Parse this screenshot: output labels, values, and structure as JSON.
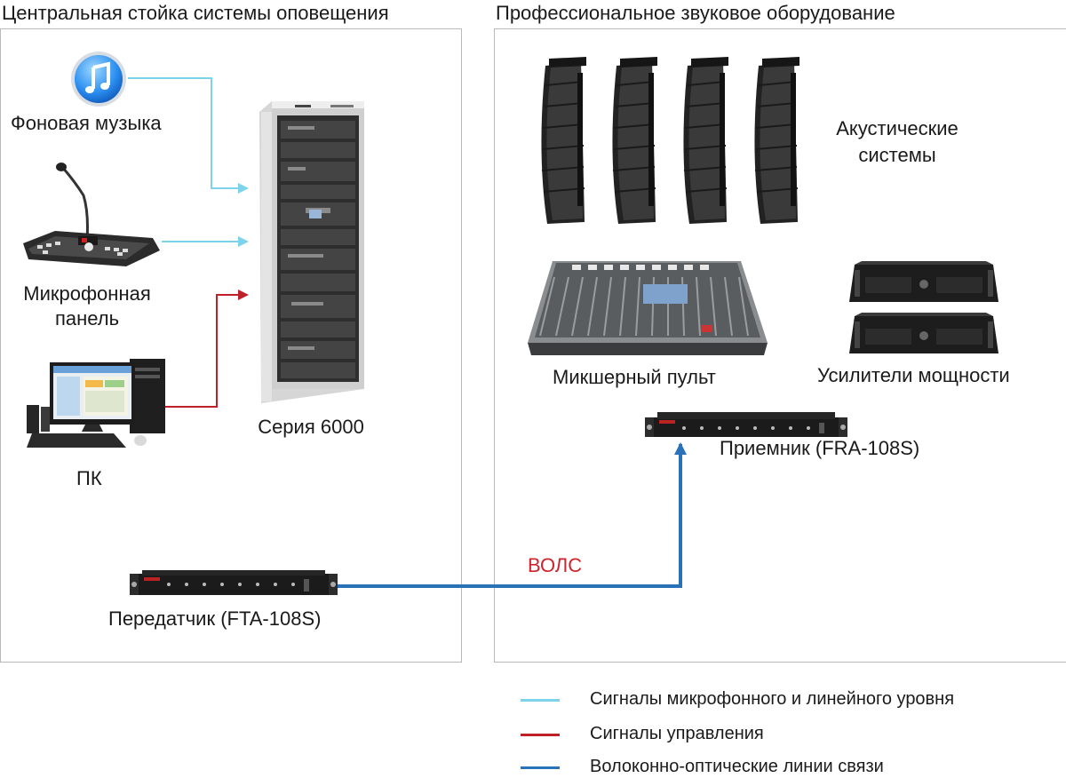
{
  "colors": {
    "audio": "#7dd3ea",
    "control": "#c0202a",
    "fiber": "#2a72b8",
    "wols_text": "#d0242c",
    "panel_border": "#b9b9b9"
  },
  "left_panel": {
    "title": "Центральная стойка системы оповещения",
    "devices": {
      "music": {
        "label": "Фоновая музыка",
        "icon": "itunes-icon"
      },
      "mic": {
        "label_line1": "Микрофонная",
        "label_line2": "панель",
        "icon": "microphone-panel-icon"
      },
      "pc": {
        "label": "ПК",
        "icon": "desktop-pc-icon"
      },
      "rack": {
        "label": "Серия 6000",
        "icon": "equipment-rack-icon"
      },
      "transmitter": {
        "label": "Передатчик (FTA-108S)",
        "icon": "rack-transmitter-icon"
      }
    }
  },
  "right_panel": {
    "title": "Профессиональное звуковое оборудование",
    "devices": {
      "speakers": {
        "label_line1": "Акустические",
        "label_line2": "системы",
        "icon": "line-array-speaker-icon"
      },
      "mixer": {
        "label": "Микшерный пульт",
        "icon": "mixing-console-icon"
      },
      "amps": {
        "label": "Усилители мощности",
        "icon": "power-amplifier-icon"
      },
      "receiver": {
        "label": "Приемник (FRA-108S)",
        "icon": "rack-receiver-icon"
      }
    }
  },
  "link_label": "ВОЛС",
  "legend": [
    {
      "label": "Сигналы микрофонного и линейного уровня",
      "color": "#7dd3ea"
    },
    {
      "label": "Сигналы управления",
      "color": "#c0202a"
    },
    {
      "label": "Волоконно-оптические линии связи",
      "color": "#2a72b8"
    }
  ]
}
